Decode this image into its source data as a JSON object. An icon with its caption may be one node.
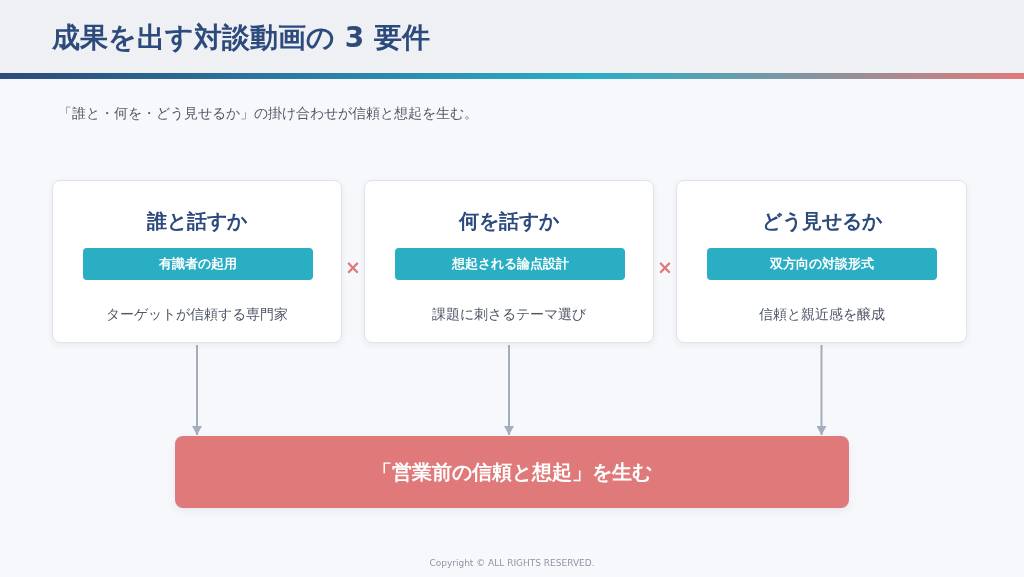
{
  "diagram": {
    "title": "成果を出す対談動画の 3 要件",
    "nodes": [
      {
        "text": [
          "誰と話すか",
          "ターゲットが信頼する専門家"
        ]
      },
      {
        "text": [
          "有識者の起用"
        ],
        "in": 0
      },
      {
        "text": [
          "何を話すか",
          "課題に刺さるテーマ選び"
        ]
      },
      {
        "text": [
          "想起される論点設計"
        ],
        "in": 2
      },
      {
        "text": [
          "どう見せるか",
          "信頼と親近感を醸成"
        ]
      },
      {
        "text": [
          "双方向の対談形式"
        ],
        "in": 4
      },
      {
        "text": [
          "「営業前の信頼と想起」を生む"
        ]
      }
    ],
    "edges": [
      {
        "from": 0,
        "to": 6,
        "arrow": "to"
      },
      {
        "from": 2,
        "to": 6,
        "arrow": "to"
      },
      {
        "from": 4,
        "to": 6,
        "arrow": "to"
      }
    ],
    "labels": [
      "「誰と・何を・どう見せるか」の掛け合わせが信頼と想起を生む。",
      "×",
      "×",
      "Copyright © ALL RIGHTS RESERVED."
    ]
  }
}
